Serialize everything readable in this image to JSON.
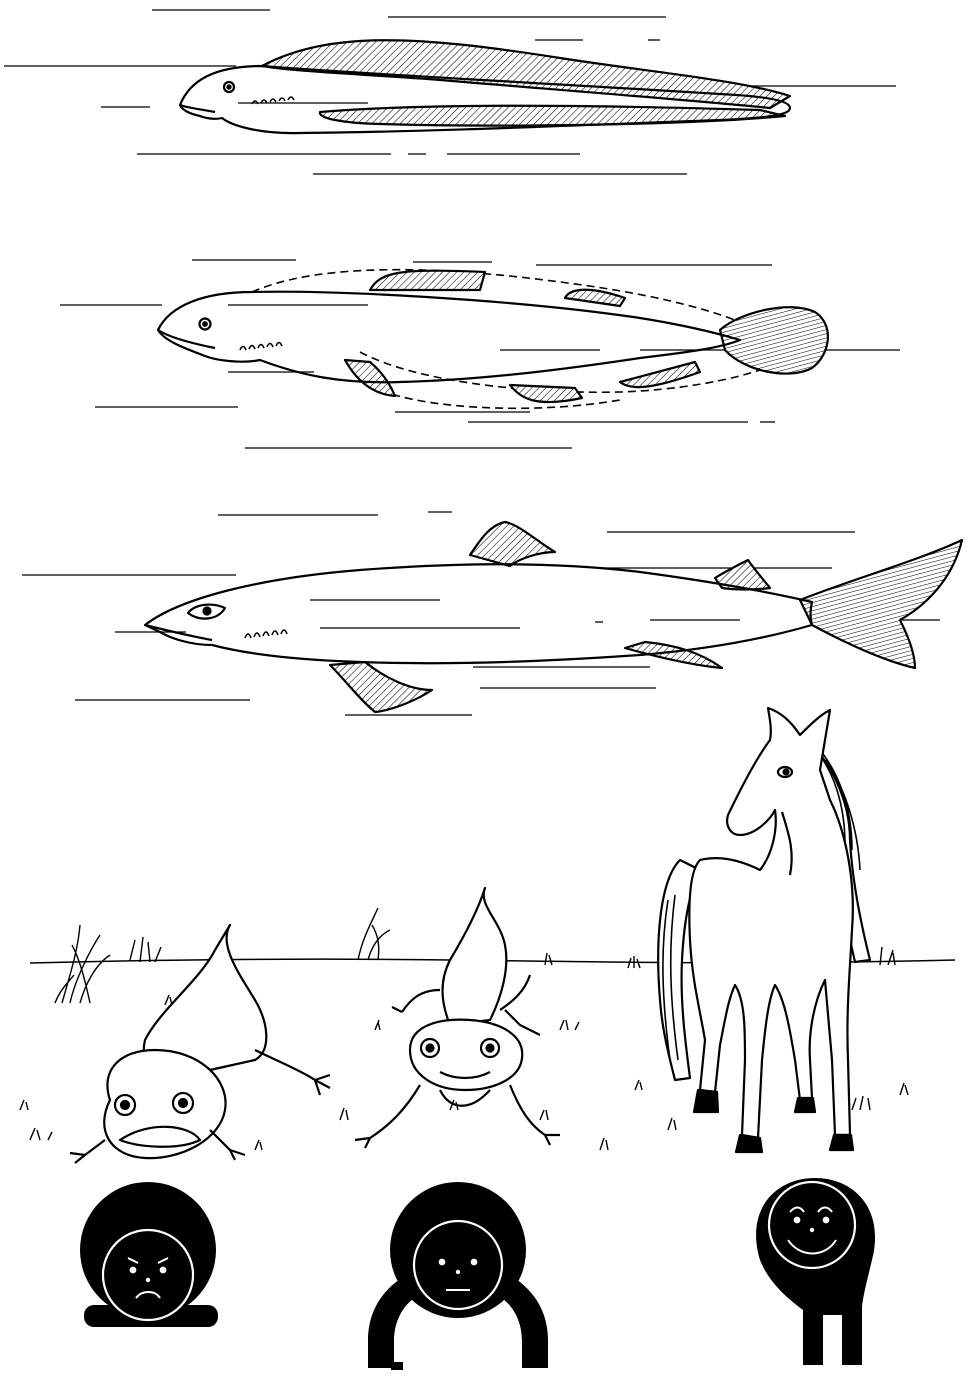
{
  "colors": {
    "ink": "#000000",
    "paper": "#ffffff",
    "hatch_fill": "#e3e3e3"
  },
  "panels": [
    {
      "subject": "primitive-fish",
      "icon": "eel-fish-icon"
    },
    {
      "subject": "finned-fish",
      "icon": "fish-with-fins-icon"
    },
    {
      "subject": "shark",
      "icon": "shark-icon"
    },
    {
      "subject": "salamander",
      "icon": "salamander-icon"
    },
    {
      "subject": "raised-salamander",
      "icon": "salamander-icon"
    },
    {
      "subject": "horse",
      "icon": "horse-icon"
    },
    {
      "subject": "frowning-ball-figure",
      "icon": "frowning-face-icon"
    },
    {
      "subject": "arch-figure",
      "icon": "neutral-face-icon"
    },
    {
      "subject": "smiling-legged-figure",
      "icon": "smiling-face-icon"
    }
  ]
}
